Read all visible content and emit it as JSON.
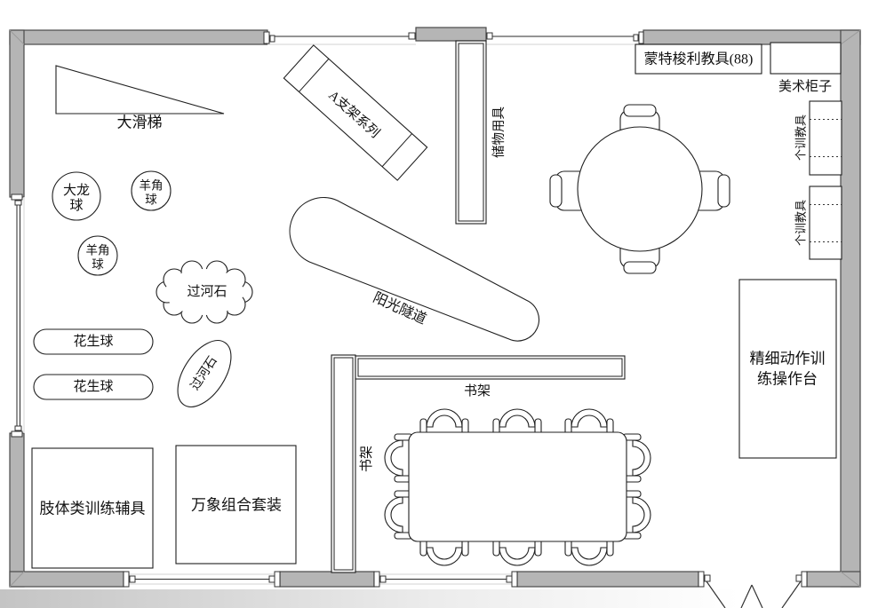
{
  "floor_plan": {
    "description": "training room floor plan",
    "colors": {
      "wall_fill": "#b5b5b5",
      "wall_stroke": "#4a4a4a",
      "line": "#1f1f1f",
      "sill": "#dcdcdc",
      "shadow": "#c4c4c4"
    },
    "equipment": {
      "slide": {
        "label": "大滑梯"
      },
      "big_dragon_ball": {
        "line1": "大龙",
        "line2": "球"
      },
      "goat_horn_ball_1": {
        "line1": "羊角",
        "line2": "球"
      },
      "goat_horn_ball_2": {
        "line1": "羊角",
        "line2": "球"
      },
      "river_stones_cloud": {
        "label": "过河石"
      },
      "peanut_ball_1": {
        "label": "花生球"
      },
      "peanut_ball_2": {
        "label": "花生球"
      },
      "river_stones_ellipse": {
        "label": "过河石"
      },
      "a_frame_series": {
        "label": "A支架系列"
      },
      "sunshine_tunnel": {
        "label": "阳光隧道"
      },
      "storage_cabinet": {
        "label": "储物用具"
      },
      "montessori_materials": {
        "label": "蒙特梭利教具(88)"
      },
      "art_cabinet": {
        "label": "美术柜子"
      },
      "individual_training_1": {
        "label": "个训教具"
      },
      "individual_training_2": {
        "label": "个训教具"
      },
      "fine_motor_station": {
        "line1": "精细动作训",
        "line2": "练操作台"
      },
      "limb_training_aids": {
        "label": "肢体类训练辅具"
      },
      "wanxiang_combo_set": {
        "label": "万象组合套装"
      },
      "bookshelf_horizontal": {
        "label": "书架"
      },
      "bookshelf_vertical": {
        "label": "书架"
      }
    }
  }
}
